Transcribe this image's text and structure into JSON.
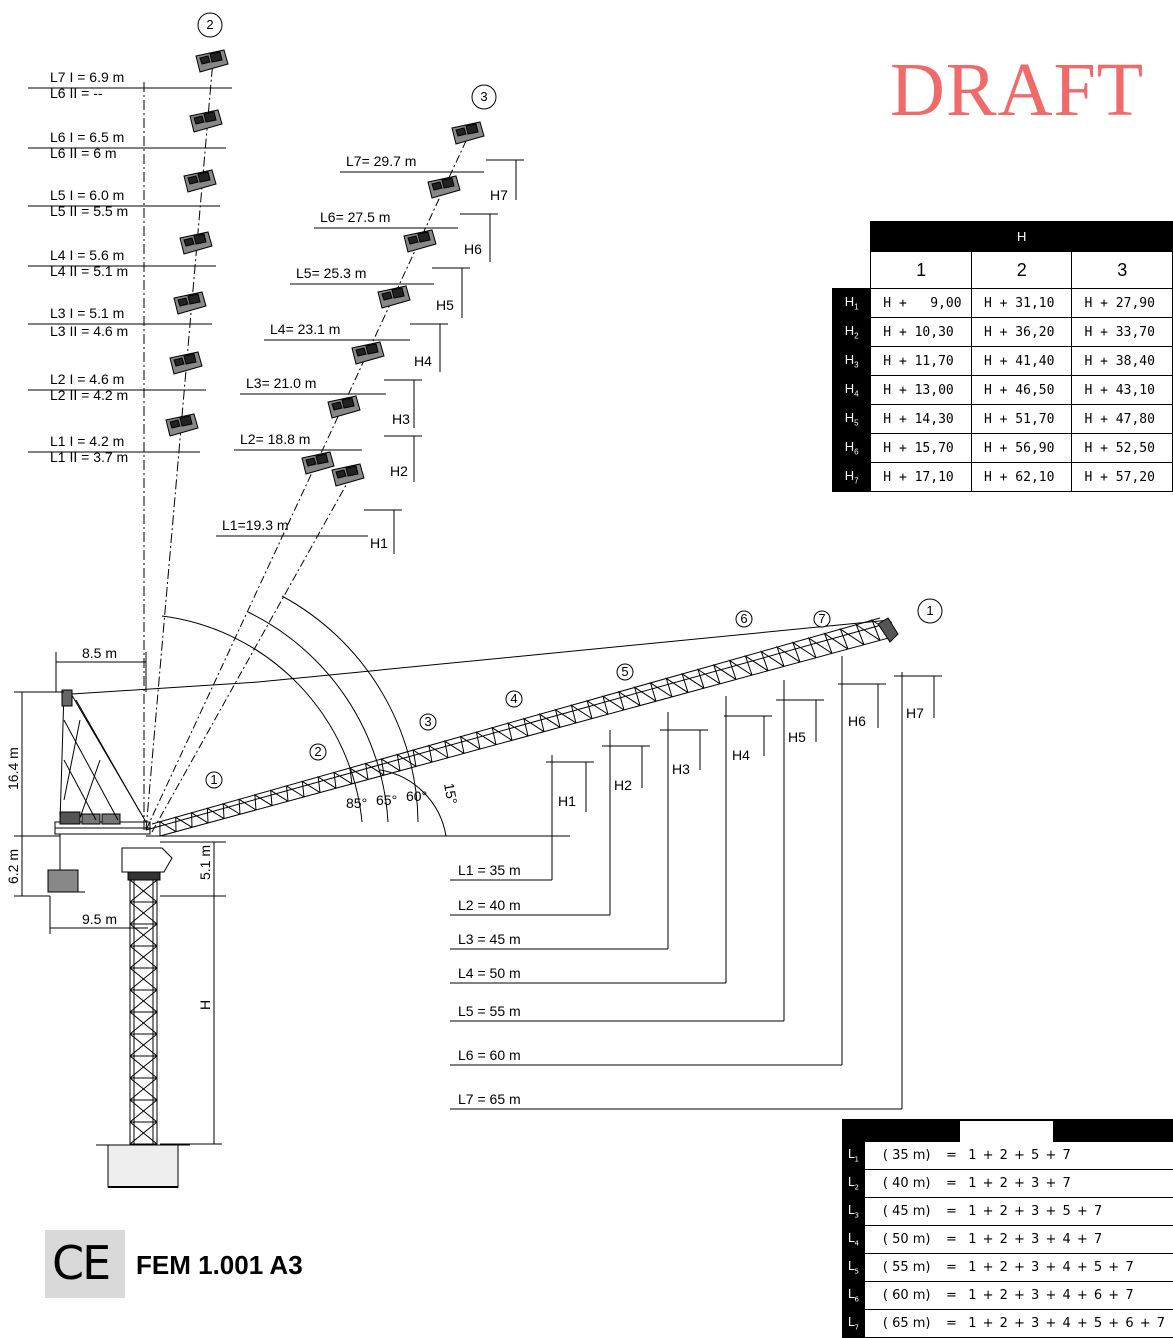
{
  "watermark": "DRAFT",
  "h_table": {
    "header": "H",
    "columns": [
      "1",
      "2",
      "3"
    ],
    "rows": [
      {
        "label": "H",
        "sub": "1",
        "values": [
          "H +   9,00",
          "H + 31,10",
          "H + 27,90"
        ]
      },
      {
        "label": "H",
        "sub": "2",
        "values": [
          "H + 10,30",
          "H + 36,20",
          "H + 33,70"
        ]
      },
      {
        "label": "H",
        "sub": "3",
        "values": [
          "H + 11,70",
          "H + 41,40",
          "H + 38,40"
        ]
      },
      {
        "label": "H",
        "sub": "4",
        "values": [
          "H + 13,00",
          "H + 46,50",
          "H + 43,10"
        ]
      },
      {
        "label": "H",
        "sub": "5",
        "values": [
          "H + 14,30",
          "H + 51,70",
          "H + 47,80"
        ]
      },
      {
        "label": "H",
        "sub": "6",
        "values": [
          "H + 15,70",
          "H + 56,90",
          "H + 52,50"
        ]
      },
      {
        "label": "H",
        "sub": "7",
        "values": [
          "H + 17,10",
          "H + 62,10",
          "H + 57,20"
        ]
      }
    ]
  },
  "l_table": {
    "rows": [
      {
        "label": "L",
        "sub": "1",
        "length": "( 35 m)",
        "combo": "=  1 + 2 + 5 + 7"
      },
      {
        "label": "L",
        "sub": "2",
        "length": "( 40 m)",
        "combo": "=  1 + 2 + 3 + 7"
      },
      {
        "label": "L",
        "sub": "3",
        "length": "( 45 m)",
        "combo": "=  1 + 2 + 3 + 5 + 7"
      },
      {
        "label": "L",
        "sub": "4",
        "length": "( 50 m)",
        "combo": "=  1 + 2 + 3 + 4 + 7"
      },
      {
        "label": "L",
        "sub": "5",
        "length": "( 55 m)",
        "combo": "=  1 + 2 + 3 + 4 + 5 + 7"
      },
      {
        "label": "L",
        "sub": "6",
        "length": "( 60 m)",
        "combo": "=  1 + 2 + 3 + 4 + 6 + 7"
      },
      {
        "label": "L",
        "sub": "7",
        "length": "( 65 m)",
        "combo": "=  1 + 2 + 3 + 4 + 5 + 6 + 7"
      }
    ]
  },
  "certification": {
    "mark": "CE",
    "standard": "FEM 1.001 A3"
  },
  "config_numbers": {
    "horizontal": "1",
    "vertical_85": "2",
    "inclined_60": "3"
  },
  "boom_sections": [
    "1",
    "2",
    "3",
    "4",
    "5",
    "6",
    "7"
  ],
  "config2_labels": [
    {
      "l1": "L7 I = 6.9 m",
      "l2": "L6 II = --"
    },
    {
      "l1": "L6 I = 6.5 m",
      "l2": "L6 II = 6 m"
    },
    {
      "l1": "L5 I = 6.0 m",
      "l2": "L5 II = 5.5 m"
    },
    {
      "l1": "L4 I = 5.6 m",
      "l2": "L4 II = 5.1 m"
    },
    {
      "l1": "L3 I = 5.1 m",
      "l2": "L3 II = 4.6 m"
    },
    {
      "l1": "L2 I = 4.6 m",
      "l2": "L2 II = 4.2 m"
    },
    {
      "l1": "L1 I = 4.2 m",
      "l2": "L1 II = 3.7 m"
    }
  ],
  "config3_labels": [
    "L7= 29.7 m",
    "L6= 27.5 m",
    "L5= 25.3 m",
    "L4= 23.1 m",
    "L3= 21.0 m",
    "L2= 18.8 m",
    "L1=19.3 m"
  ],
  "h_labels": [
    "H1",
    "H2",
    "H3",
    "H4",
    "H5",
    "H6",
    "H7"
  ],
  "reach_labels": [
    "L1 = 35 m",
    "L2 = 40 m",
    "L3 = 45 m",
    "L4 = 50 m",
    "L5 = 55 m",
    "L6 = 60 m",
    "L7 = 65 m"
  ],
  "angles": [
    "85°",
    "65°",
    "60°",
    "15°"
  ],
  "dims": {
    "counter_jib": "8.5 m",
    "tower_top": "16.4 m",
    "base": "6.2 m",
    "slew": "5.1 m",
    "tail": "9.5 m",
    "height": "H"
  }
}
